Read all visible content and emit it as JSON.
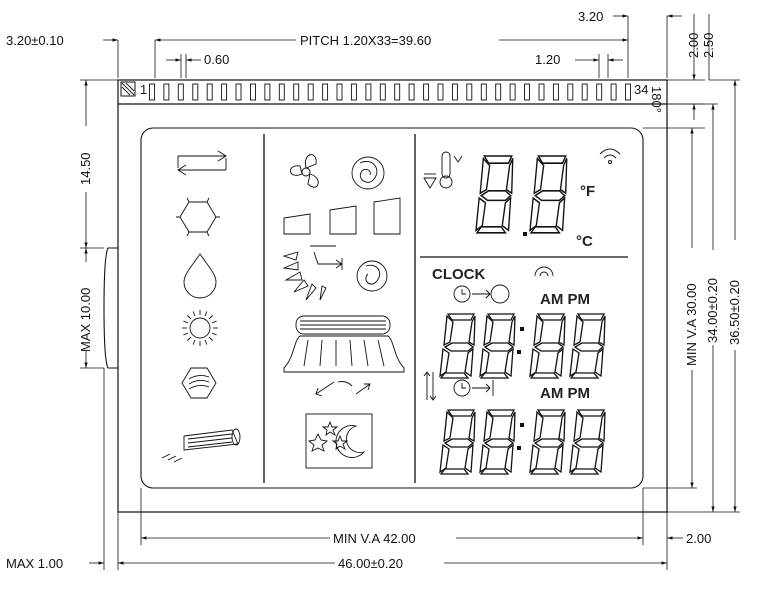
{
  "dimensions": {
    "left_offset": "3.20±0.10",
    "pitch": "PITCH  1.20X33=39.60",
    "right_offset": "3.20",
    "pin_width": "0.60",
    "pin_gap": "1.20",
    "top_a": "2.00",
    "top_b": "2.50",
    "vertical_14": "14.50",
    "max_10": "MAX  10.00",
    "min_va_30": "MIN  V.A  30.00",
    "overall_34": "34.00±0.20",
    "overall_36": "36.50±0.20",
    "min_va_42": "MIN  V.A  42.00",
    "overall_46": "46.00±0.20",
    "max_1": "MAX  1.00",
    "bottom_2": "2.00"
  },
  "pins": {
    "count": 34,
    "first_label": "1",
    "last_label": "34",
    "side_label": "180°"
  },
  "lcd": {
    "clock_label": "CLOCK",
    "am_pm_1": "AM PM",
    "am_pm_2": "AM PM",
    "temp_digits": "88",
    "fahrenheit": "°F",
    "celsius": "°C",
    "clock_digits": "88:88",
    "timer_digits": "88:88"
  },
  "icons": [
    "mode-cycle-icon",
    "snowflake-hex-icon",
    "drop-icon",
    "sun-icon",
    "heat-hex-icon",
    "air-filter-icon",
    "fan-icon",
    "swirl-icon",
    "fan-speed-bars-icon",
    "swing-louver-icon",
    "vortex-icon",
    "grille-icon",
    "swing-arrow-icon",
    "sleep-icon",
    "thermometer-icon",
    "wifi-icon",
    "clock-icon",
    "timer-icon",
    "up-down-arrows-icon",
    "eye-icon"
  ]
}
